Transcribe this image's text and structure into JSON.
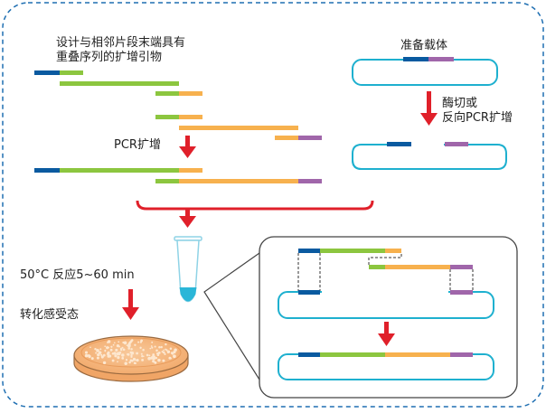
{
  "labels": {
    "design_line1": "设计与相邻片段末端具有",
    "design_line2": "重叠序列的扩增引物",
    "pcr": "PCR扩增",
    "vector_prep": "准备载体",
    "digest_line1": "酶切或",
    "digest_line2": "反向PCR扩增",
    "reaction": "50°C 反应5~60 min",
    "transform": "转化感受态"
  },
  "colors": {
    "frame": "#1f6fb2",
    "blue": "#0a5aa0",
    "green": "#8cc63f",
    "orange": "#f7b14e",
    "purple": "#a066aa",
    "plasmid": "#1eb0cf",
    "arrow": "#e0202a",
    "dish": "#f4b27b",
    "tube_liquid": "#2ab6d8",
    "panel_border": "#444444"
  },
  "icons": {
    "tube": "microcentrifuge-tube-icon",
    "dish": "petri-dish-icon"
  }
}
